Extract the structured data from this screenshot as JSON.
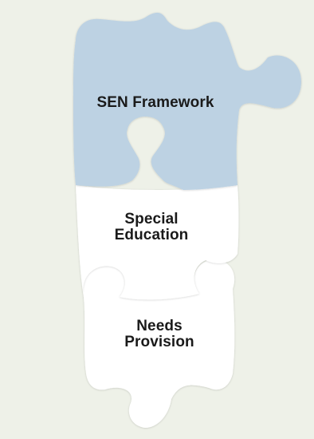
{
  "diagram": {
    "colors": {
      "background": "#eef1e8",
      "top_piece": "#bdd2e3",
      "lower_pieces": "#ffffff",
      "text": "#1a1a1a"
    },
    "pieces": [
      {
        "id": "top",
        "lines": [
          "SEN Framework"
        ]
      },
      {
        "id": "middle",
        "lines": [
          "Special",
          "Education"
        ]
      },
      {
        "id": "bottom",
        "lines": [
          "Needs",
          "Provision"
        ]
      }
    ]
  }
}
